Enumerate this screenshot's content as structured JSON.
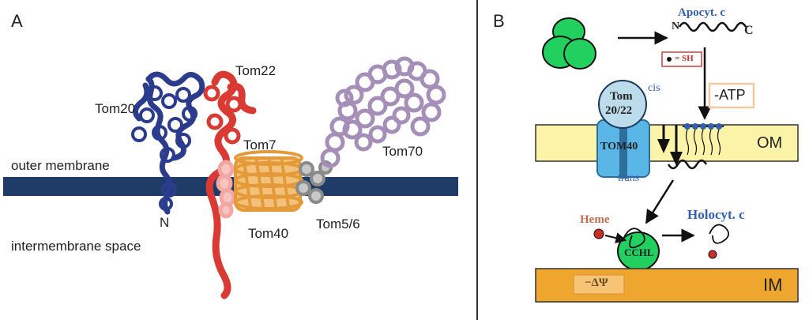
{
  "panel_a": {
    "letter": "A",
    "tom20": "Tom20",
    "tom22": "Tom22",
    "tom7": "Tom7",
    "tom70": "Tom70",
    "outer_membrane": "outer membrane",
    "n_terminus": "N",
    "tom40": "Tom40",
    "tom56": "Tom5/6",
    "intermembrane": "intermembrane space"
  },
  "panel_b": {
    "letter": "B",
    "apocyt": "Apocyt. c",
    "n_term": "N",
    "c_term": "C",
    "sh_label": "= SH",
    "atp": "-ATP",
    "cis": "cis",
    "tom_receptor_line1": "Tom",
    "tom_receptor_line2": "20/22",
    "om": "OM",
    "tom40": "TOM40",
    "trans": "trans",
    "heme": "Heme",
    "holocyt": "Holocyt. c",
    "cchl": "CCHL",
    "delta_psi": "−ΔΨ",
    "im": "IM"
  },
  "colors": {
    "membrane_a": "#1f3c68",
    "tom20": "#2c3c8c",
    "tom22": "#d93a34",
    "tom7": "#f2a7a2",
    "tom40": "#e59a3a",
    "tom56": "#9a9a9a",
    "tom70": "#a58fb8",
    "om_fill": "#fbf4a8",
    "im_fill": "#eea62e",
    "tom40_b": "#5ab6e6",
    "receptor": "#bcdcec",
    "green": "#22d060",
    "label_blue": "#3060b0",
    "heme_red": "#c83028"
  }
}
